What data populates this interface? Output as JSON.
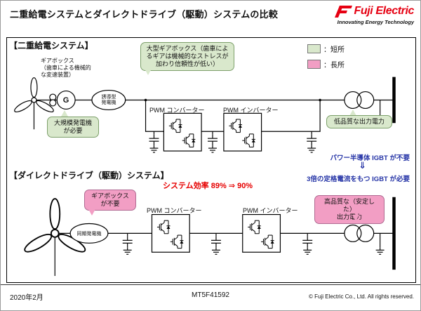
{
  "header": {
    "title": "二重給電システムとダイレクトドライブ（駆動）システムの比較",
    "logo_brand": "Fuji Electric",
    "logo_tagline": "Innovating Energy Technology"
  },
  "legend": {
    "weakness_label": "：短所",
    "strength_label": "：長所"
  },
  "dfig": {
    "heading": "【二重給電システム】",
    "gearbox_note": "ギアボックス\n（歯車による機械的\nな変速装置）",
    "generator_letter": "G",
    "generator_name": "誘導型\n発電機",
    "callout_gearbox": "大型ギアボックス（歯車によるギアは機械的なストレスが加わり信頼性が低い）",
    "callout_generator": "大規模発電機\nが必要",
    "converter_label": "PWM コンバーター",
    "inverter_label": "PWM インバーター",
    "callout_output": "低品質な出力電力"
  },
  "transition": {
    "no_igbt_line": "パワー半導体 IGBT が不要",
    "arrow": "⇓",
    "need_igbt_line": "3倍の定格電流をもつ IGBT が必要"
  },
  "direct": {
    "heading": "【ダイレクトドライブ（駆動）システム】",
    "efficiency_note": "システム効率 89% ⇒ 90%",
    "callout_gearbox": "ギアボックス\nが不要",
    "generator_name": "同期発電機",
    "converter_label": "PWM コンバーター",
    "inverter_label": "PWM インバーター",
    "callout_output": "高品質な（安定した）\n出力電力"
  },
  "footer": {
    "date": "2020年2月",
    "doc_number": "MT5F41592",
    "copyright": "© Fuji Electric Co., Ltd. All rights reserved."
  },
  "colors": {
    "logo-red": "#e60012",
    "weakness-green": "#d9e8cc",
    "strength-pink": "#f29ec4",
    "note-blue": "#2433a6",
    "alert-red": "#e60000"
  }
}
